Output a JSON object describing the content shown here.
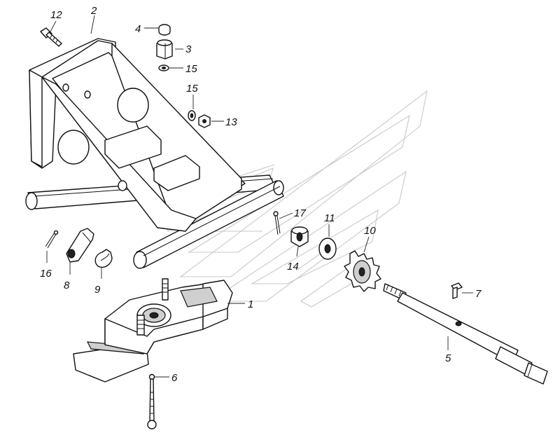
{
  "callouts": [
    {
      "id": "c12",
      "text": "12"
    },
    {
      "id": "c2",
      "text": "2"
    },
    {
      "id": "c4",
      "text": "4"
    },
    {
      "id": "c3",
      "text": "3"
    },
    {
      "id": "c15a",
      "text": "15"
    },
    {
      "id": "c15b",
      "text": "15"
    },
    {
      "id": "c13",
      "text": "13"
    },
    {
      "id": "c17",
      "text": "17"
    },
    {
      "id": "c11",
      "text": "11"
    },
    {
      "id": "c10",
      "text": "10"
    },
    {
      "id": "c14",
      "text": "14"
    },
    {
      "id": "c16",
      "text": "16"
    },
    {
      "id": "c8",
      "text": "8"
    },
    {
      "id": "c9",
      "text": "9"
    },
    {
      "id": "c1",
      "text": "1"
    },
    {
      "id": "c7",
      "text": "7"
    },
    {
      "id": "c5",
      "text": "5"
    },
    {
      "id": "c6",
      "text": "6"
    }
  ]
}
